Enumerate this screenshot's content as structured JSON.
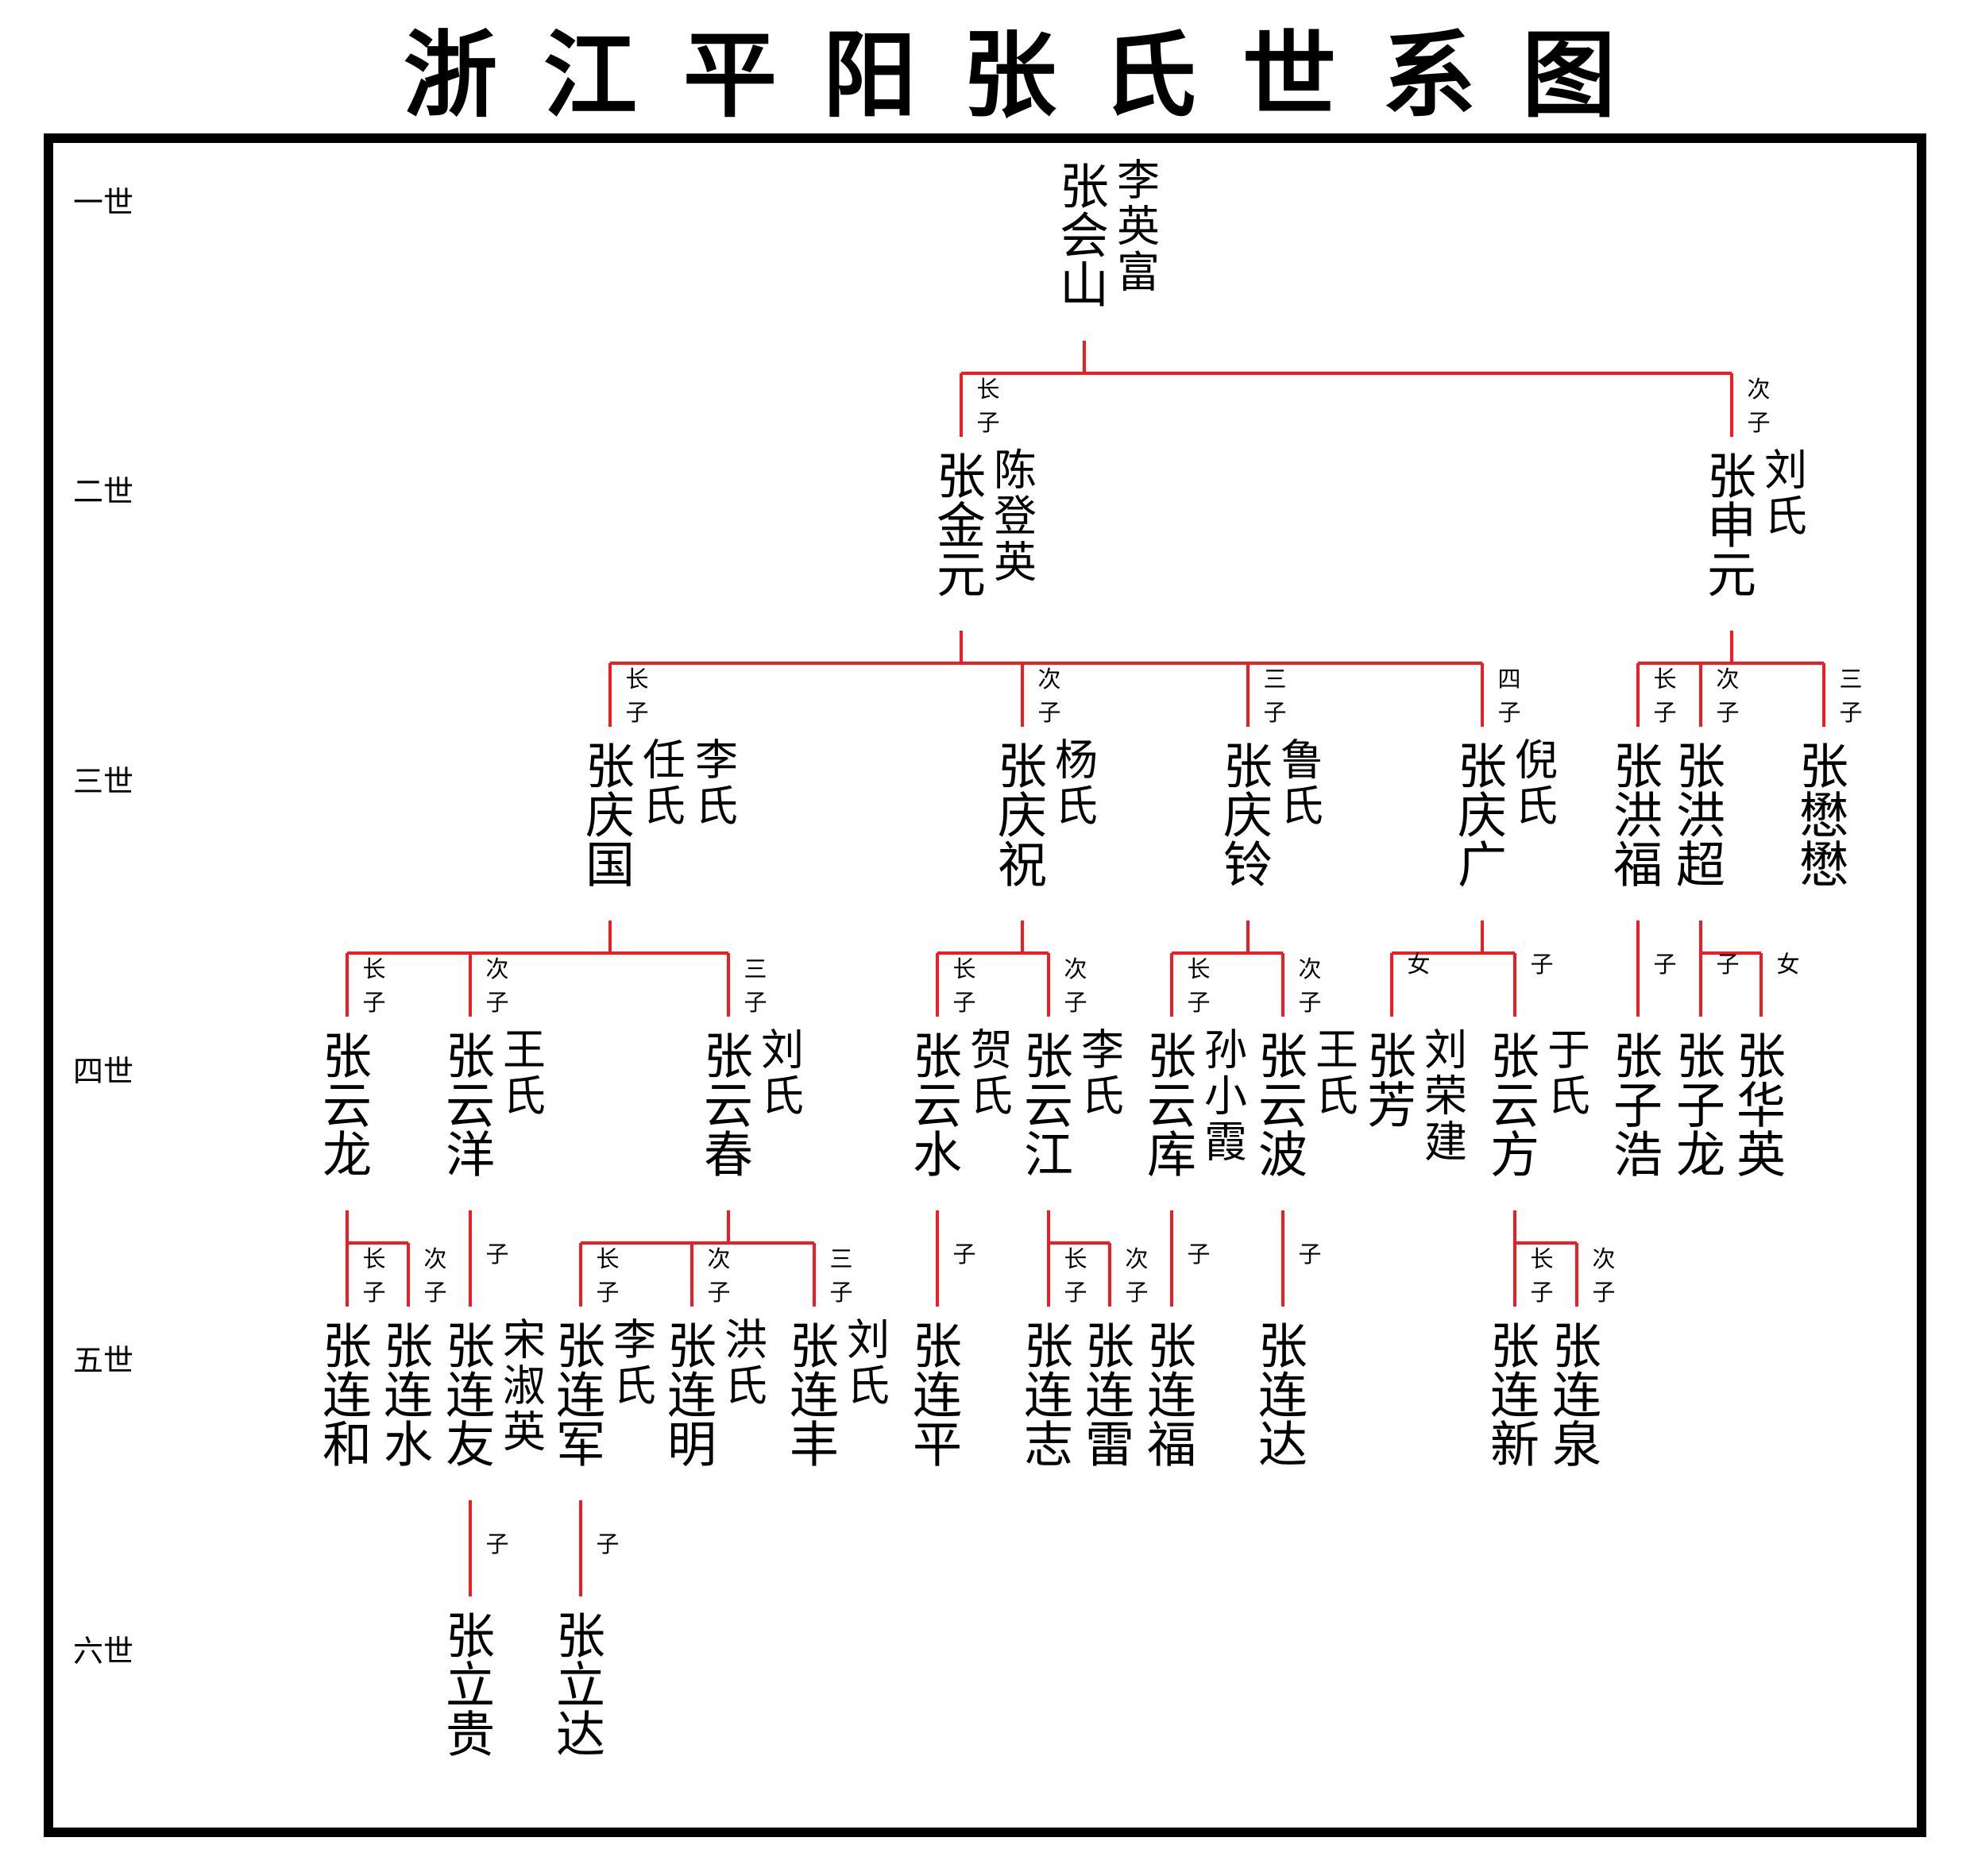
{
  "title": "浙江平阳张氏世系图",
  "colors": {
    "line": "#ee1c25",
    "text": "#000000",
    "frame": "#000000",
    "background": "#ffffff"
  },
  "generations": [
    "一世",
    "二世",
    "三世",
    "四世",
    "五世",
    "六世"
  ],
  "people": [
    {
      "id": "huishan",
      "gen": 1,
      "name": "张会山",
      "spouse": "李英富"
    },
    {
      "id": "jinyuan",
      "gen": 2,
      "name": "张金元",
      "spouse": "陈登英",
      "role": "长子",
      "parent": "huishan"
    },
    {
      "id": "shenyuan",
      "gen": 2,
      "name": "张申元",
      "spouse": "刘氏",
      "role": "次子",
      "parent": "huishan"
    },
    {
      "id": "qingguo",
      "gen": 3,
      "name": "张庆国",
      "spouse": "任氏 李氏",
      "role": "长子",
      "parent": "jinyuan"
    },
    {
      "id": "qingzhu",
      "gen": 3,
      "name": "张庆祝",
      "spouse": "杨氏",
      "role": "次子",
      "parent": "jinyuan"
    },
    {
      "id": "qingling",
      "gen": 3,
      "name": "张庆铃",
      "spouse": "鲁氏",
      "role": "三子",
      "parent": "jinyuan"
    },
    {
      "id": "qingguang",
      "gen": 3,
      "name": "张庆广",
      "spouse": "倪氏",
      "role": "四子",
      "parent": "jinyuan"
    },
    {
      "id": "hongfu",
      "gen": 3,
      "name": "张洪福",
      "role": "长子",
      "parent": "shenyuan"
    },
    {
      "id": "hongchao",
      "gen": 3,
      "name": "张洪超",
      "role": "次子",
      "parent": "shenyuan"
    },
    {
      "id": "maomao",
      "gen": 3,
      "name": "张懋懋",
      "role": "三子",
      "parent": "shenyuan"
    },
    {
      "id": "yunlong",
      "gen": 4,
      "name": "张云龙",
      "role": "长子",
      "parent": "qingguo"
    },
    {
      "id": "yunyang",
      "gen": 4,
      "name": "张云洋",
      "spouse": "王氏",
      "role": "次子",
      "parent": "qingguo"
    },
    {
      "id": "yunchun",
      "gen": 4,
      "name": "张云春",
      "spouse": "刘氏",
      "role": "三子",
      "parent": "qingguo"
    },
    {
      "id": "yunshui",
      "gen": 4,
      "name": "张云水",
      "spouse": "贺氏",
      "role": "长子",
      "parent": "qingzhu"
    },
    {
      "id": "yunjiang",
      "gen": 4,
      "name": "张云江",
      "spouse": "李氏",
      "role": "次子",
      "parent": "qingzhu"
    },
    {
      "id": "yunku",
      "gen": 4,
      "name": "张云库",
      "spouse": "孙小霞",
      "role": "长子",
      "parent": "qingling"
    },
    {
      "id": "yunbo",
      "gen": 4,
      "name": "张云波",
      "spouse": "王氏",
      "role": "次子",
      "parent": "qingling"
    },
    {
      "id": "zhangfang",
      "gen": 4,
      "name": "张芳",
      "spouse": "刘荣建",
      "role": "女",
      "parent": "qingguang"
    },
    {
      "id": "yunfang",
      "gen": 4,
      "name": "张云方",
      "spouse": "于氏",
      "role": "子",
      "parent": "qingguang"
    },
    {
      "id": "zihao",
      "gen": 4,
      "name": "张子浩",
      "role": "子",
      "parent": "hongfu"
    },
    {
      "id": "zilong",
      "gen": 4,
      "name": "张子龙",
      "role": "子",
      "parent": "hongchao"
    },
    {
      "id": "huaying",
      "gen": 4,
      "name": "张华英",
      "role": "女",
      "parent": "hongchao"
    },
    {
      "id": "lianhe",
      "gen": 5,
      "name": "张连和",
      "role": "长子",
      "parent": "yunlong"
    },
    {
      "id": "lianshui",
      "gen": 5,
      "name": "张连水",
      "role": "次子",
      "parent": "yunlong"
    },
    {
      "id": "lianyou",
      "gen": 5,
      "name": "张连友",
      "spouse": "宋淑英",
      "role": "子",
      "parent": "yunyang"
    },
    {
      "id": "lianjun",
      "gen": 5,
      "name": "张连军",
      "spouse": "李氏",
      "role": "长子",
      "parent": "yunchun"
    },
    {
      "id": "lianming",
      "gen": 5,
      "name": "张连明",
      "spouse": "洪氏",
      "role": "次子",
      "parent": "yunchun"
    },
    {
      "id": "lianfeng",
      "gen": 5,
      "name": "张连丰",
      "spouse": "刘氏",
      "role": "三子",
      "parent": "yunchun"
    },
    {
      "id": "lianping",
      "gen": 5,
      "name": "张连平",
      "role": "子",
      "parent": "yunshui"
    },
    {
      "id": "lianzhi",
      "gen": 5,
      "name": "张连志",
      "role": "长子",
      "parent": "yunjiang"
    },
    {
      "id": "lianlei",
      "gen": 5,
      "name": "张连雷",
      "role": "次子",
      "parent": "yunjiang"
    },
    {
      "id": "lianfu",
      "gen": 5,
      "name": "张连福",
      "role": "子",
      "parent": "yunku"
    },
    {
      "id": "lianda",
      "gen": 5,
      "name": "张连达",
      "role": "子",
      "parent": "yunbo"
    },
    {
      "id": "lianxin",
      "gen": 5,
      "name": "张连新",
      "role": "长子",
      "parent": "yunfang"
    },
    {
      "id": "lianquan",
      "gen": 5,
      "name": "张连泉",
      "role": "次子",
      "parent": "yunfang"
    },
    {
      "id": "ligui",
      "gen": 6,
      "name": "张立贵",
      "role": "子",
      "parent": "lianyou"
    },
    {
      "id": "lida",
      "gen": 6,
      "name": "张立达",
      "role": "子",
      "parent": "lianjun"
    }
  ]
}
